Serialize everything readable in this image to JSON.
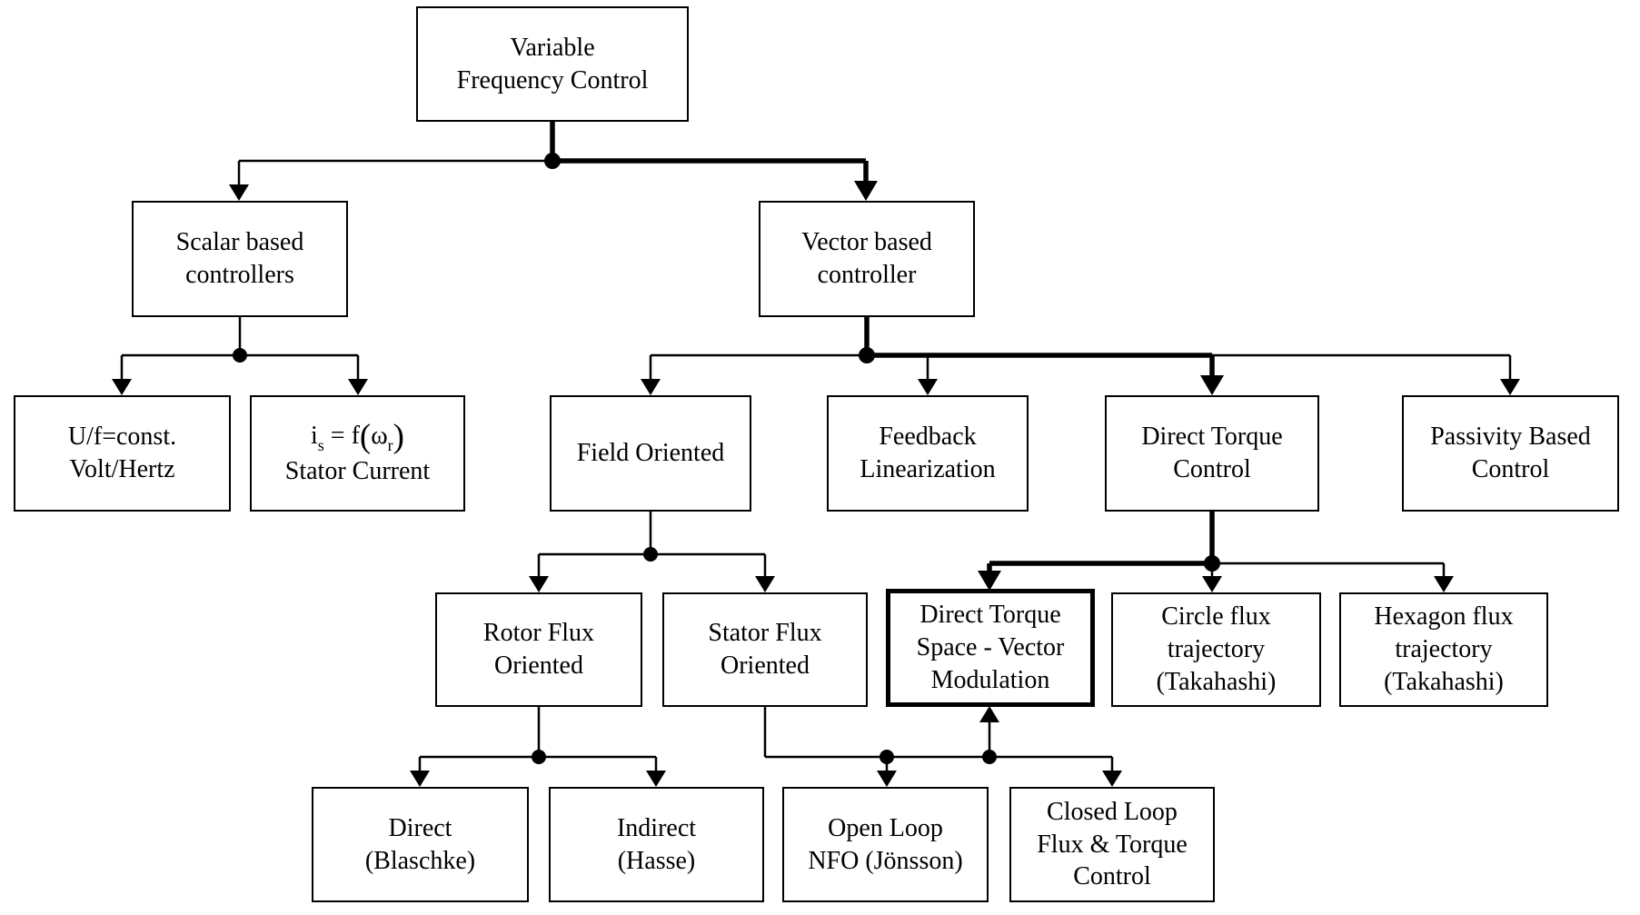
{
  "diagram": {
    "nodes": {
      "variable_frequency_control": {
        "label": "Variable\nFrequency Control"
      },
      "scalar_based_controllers": {
        "label": "Scalar based\ncontrollers"
      },
      "vector_based_controller": {
        "label": "Vector based\ncontroller"
      },
      "volt_hertz": {
        "label": "U/f=const.\nVolt/Hertz"
      },
      "stator_current": {
        "formula": {
          "i": "i",
          "i_sub": "s",
          "eq": " = f",
          "paren_open": "(",
          "omega": "ω",
          "omega_sub": "r",
          "paren_close": ")"
        },
        "label": "Stator Current"
      },
      "field_oriented": {
        "label": "Field Oriented"
      },
      "feedback_linearization": {
        "label": "Feedback\nLinearization"
      },
      "direct_torque_control": {
        "label": "Direct Torque\nControl"
      },
      "passivity_based_control": {
        "label": "Passivity Based\nControl"
      },
      "rotor_flux_oriented": {
        "label": "Rotor Flux\nOriented"
      },
      "stator_flux_oriented": {
        "label": "Stator Flux\nOriented"
      },
      "direct_torque_svm": {
        "label": "Direct Torque\nSpace - Vector\nModulation",
        "highlighted": true
      },
      "circle_flux_trajectory": {
        "label": "Circle flux\ntrajectory\n(Takahashi)"
      },
      "hexagon_flux_trajectory": {
        "label": "Hexagon flux\ntrajectory\n(Takahashi)"
      },
      "direct_blaschke": {
        "label": "Direct\n(Blaschke)"
      },
      "indirect_hasse": {
        "label": "Indirect\n(Hasse)"
      },
      "open_loop_nfo": {
        "label": "Open Loop\nNFO (Jönsson)"
      },
      "closed_loop_flux_torque": {
        "label": "Closed Loop\nFlux & Torque\nControl"
      }
    },
    "colors": {
      "line": "#000000",
      "box_background": "#ffffff",
      "text": "#000000"
    }
  }
}
